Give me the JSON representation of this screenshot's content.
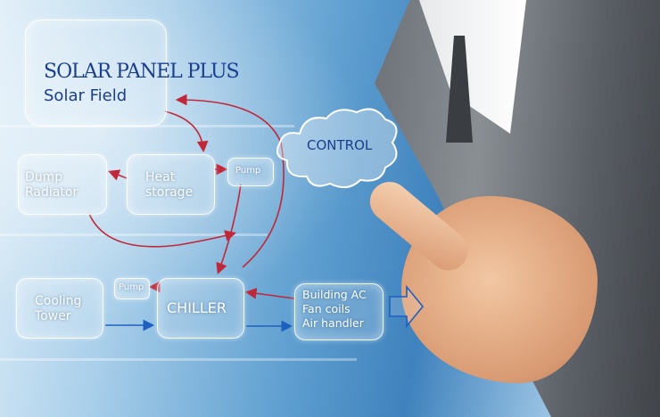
{
  "diagram": {
    "solar_field": {
      "title": "SOLAR PANEL PLUS",
      "subtitle": "Solar Field"
    },
    "dump_radiator": {
      "line1": "Dump",
      "line2": "Radiator"
    },
    "heat_storage": {
      "line1": "Heat",
      "line2": "storage"
    },
    "pump_top": {
      "label": "Pump"
    },
    "cooling_tower": {
      "line1": "Cooling",
      "line2": "Tower"
    },
    "pump_bottom": {
      "label": "Pump"
    },
    "chiller": {
      "label": "CHILLER"
    },
    "building_ac": {
      "line1": "Building AC",
      "line2": "Fan coils",
      "line3": "Air handler"
    },
    "control": {
      "label": "CONTROL"
    }
  },
  "colors": {
    "flow_red": "#c0283a",
    "flow_blue": "#1f5fbf",
    "title_blue": "#1b3f8e"
  }
}
